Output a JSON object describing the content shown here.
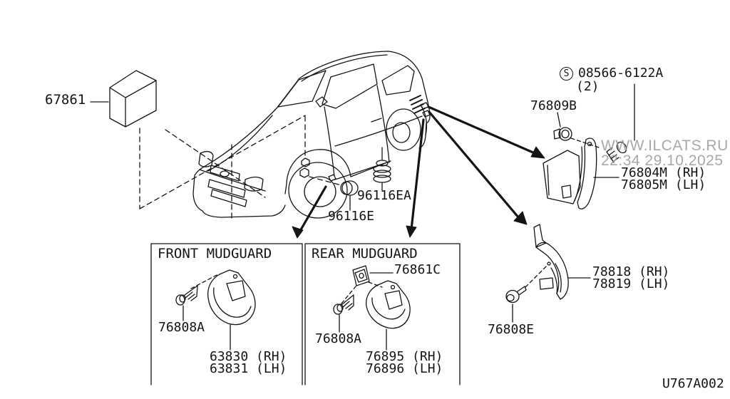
{
  "diagram": {
    "code": "U767A002",
    "watermark": {
      "line1": "WWW.ILCATS.RU",
      "line2": "22:34 29.10.2025"
    },
    "colors": {
      "line": "#141414",
      "watermark": "#9a9a9a",
      "background": "#ffffff"
    }
  },
  "labels": {
    "film": "67861",
    "s_symbol": "S",
    "s_part": "08566-6122A",
    "s_qty": "(2)",
    "clip": "76809B",
    "protector_rh": "76804M (RH)",
    "protector_lh": "76805M (LH)",
    "grommet_a": "96116EA",
    "grommet": "96116E",
    "spats_rh": "78818 (RH)",
    "spats_lh": "78819 (LH)",
    "screw_e": "76808E"
  },
  "front_box": {
    "title": "FRONT MUDGUARD",
    "screw": "76808A",
    "part_rh": "63830 (RH)",
    "part_lh": "63831 (LH)"
  },
  "rear_box": {
    "title": "REAR MUDGUARD",
    "bracket": "76861C",
    "screw": "76808A",
    "part_rh": "76895 (RH)",
    "part_lh": "76896 (LH)"
  }
}
